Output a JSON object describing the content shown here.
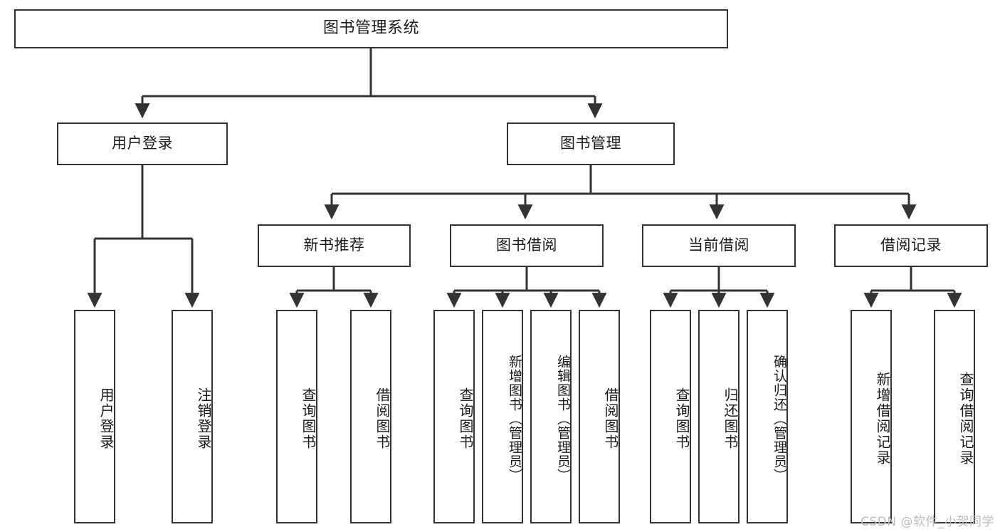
{
  "diagram": {
    "title": "图书管理系统",
    "watermark": "CSDN @软件_小贺同学",
    "line_color": "#333333",
    "box_fill": "#ffffff",
    "text_color": "#1a1a1a",
    "watermark_color": "#bdbdbd"
  },
  "levels": {
    "root": {
      "label": "图书管理系统"
    },
    "level2": [
      {
        "label": "用户登录"
      },
      {
        "label": "图书管理"
      }
    ],
    "level3": [
      {
        "label": "新书推荐"
      },
      {
        "label": "图书借阅"
      },
      {
        "label": "当前借阅"
      },
      {
        "label": "借阅记录"
      }
    ],
    "leaves": {
      "user_login": [
        {
          "label": "用户登录"
        },
        {
          "label": "注销登录"
        }
      ],
      "new_book_recommend": [
        {
          "label": "查询图书"
        },
        {
          "label": "借阅图书"
        }
      ],
      "book_borrow": [
        {
          "label": "查询图书"
        },
        {
          "label": "新增图书（管理员）"
        },
        {
          "label": "编辑图书（管理员）"
        },
        {
          "label": "借阅图书"
        }
      ],
      "current_borrow": [
        {
          "label": "查询图书"
        },
        {
          "label": "归还图书"
        },
        {
          "label": "确认归还（管理员）"
        }
      ],
      "borrow_records": [
        {
          "label": "新增借阅记录"
        },
        {
          "label": "查询借阅记录"
        }
      ]
    }
  }
}
